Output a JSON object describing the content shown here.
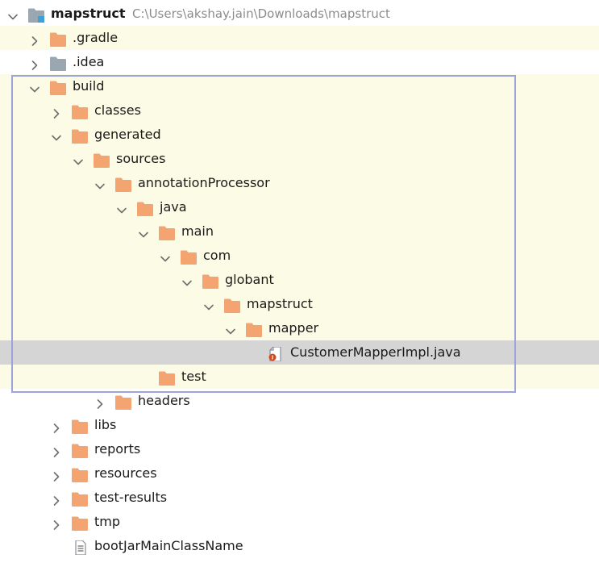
{
  "root": {
    "name": "mapstruct",
    "path": "C:\\Users\\akshay.jain\\Downloads\\mapstruct"
  },
  "items": [
    {
      "label": "mapstruct",
      "depth": 0,
      "type": "module",
      "state": "expanded"
    },
    {
      "label": ".gradle",
      "depth": 1,
      "type": "folder",
      "state": "collapsed"
    },
    {
      "label": ".idea",
      "depth": 1,
      "type": "folder-gray",
      "state": "collapsed"
    },
    {
      "label": "build",
      "depth": 1,
      "type": "folder",
      "state": "expanded"
    },
    {
      "label": "classes",
      "depth": 2,
      "type": "folder",
      "state": "collapsed"
    },
    {
      "label": "generated",
      "depth": 2,
      "type": "folder",
      "state": "expanded"
    },
    {
      "label": "sources",
      "depth": 3,
      "type": "folder",
      "state": "expanded"
    },
    {
      "label": "annotationProcessor",
      "depth": 4,
      "type": "folder",
      "state": "expanded"
    },
    {
      "label": "java",
      "depth": 5,
      "type": "folder",
      "state": "expanded"
    },
    {
      "label": "main",
      "depth": 6,
      "type": "folder",
      "state": "expanded"
    },
    {
      "label": "com",
      "depth": 7,
      "type": "folder",
      "state": "expanded"
    },
    {
      "label": "globant",
      "depth": 8,
      "type": "folder",
      "state": "expanded"
    },
    {
      "label": "mapstruct",
      "depth": 9,
      "type": "folder",
      "state": "expanded"
    },
    {
      "label": "mapper",
      "depth": 10,
      "type": "folder",
      "state": "expanded"
    },
    {
      "label": "CustomerMapperImpl.java",
      "depth": 11,
      "type": "java-file",
      "state": "leaf"
    },
    {
      "label": "test",
      "depth": 6,
      "type": "folder",
      "state": "leaf"
    },
    {
      "label": "headers",
      "depth": 4,
      "type": "folder",
      "state": "collapsed"
    },
    {
      "label": "libs",
      "depth": 2,
      "type": "folder",
      "state": "collapsed"
    },
    {
      "label": "reports",
      "depth": 2,
      "type": "folder",
      "state": "collapsed"
    },
    {
      "label": "resources",
      "depth": 2,
      "type": "folder",
      "state": "collapsed"
    },
    {
      "label": "test-results",
      "depth": 2,
      "type": "folder",
      "state": "collapsed"
    },
    {
      "label": "tmp",
      "depth": 2,
      "type": "folder",
      "state": "collapsed"
    },
    {
      "label": "bootJarMainClassName",
      "depth": 2,
      "type": "text-file",
      "state": "leaf"
    }
  ],
  "selected_item": "CustomerMapperImpl.java",
  "colors": {
    "folder": "#f4a471",
    "folder_gray": "#9aa7b0",
    "row_tint": "#fcfbe6",
    "selection": "#d5d5d5",
    "highlight_border": "#9ea3dc",
    "module_accent": "#3fa0d6",
    "java_badge": "#d24a1e"
  },
  "icons": {
    "expanded": "chevron-down-icon",
    "collapsed": "chevron-right-icon",
    "folder": "folder-icon",
    "module": "module-folder-icon",
    "java-file": "java-file-icon",
    "text-file": "text-file-icon"
  }
}
